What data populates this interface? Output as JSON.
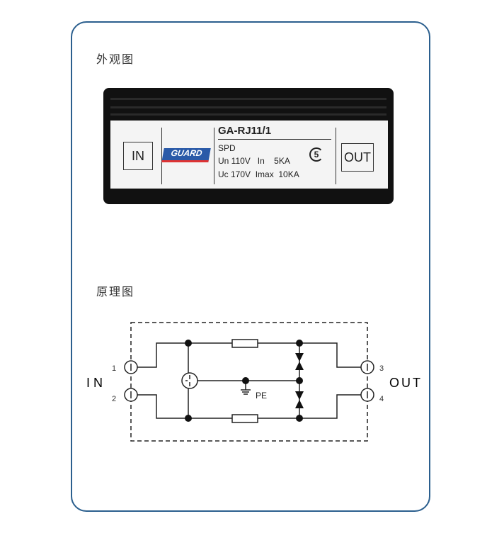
{
  "sections": {
    "appearance": "外观图",
    "schematic": "原理图"
  },
  "product": {
    "in": "IN",
    "out": "OUT",
    "logo": "GUARD",
    "model": "GA-RJ11/1",
    "type": "SPD",
    "line1": "Un 110V   In    5KA",
    "line2": "Uc 170V  Imax  10KA",
    "mark": "5"
  },
  "circuit": {
    "in": "IN",
    "out": "OUT",
    "pins": [
      "1",
      "2",
      "3",
      "4"
    ],
    "pe": "PE"
  }
}
